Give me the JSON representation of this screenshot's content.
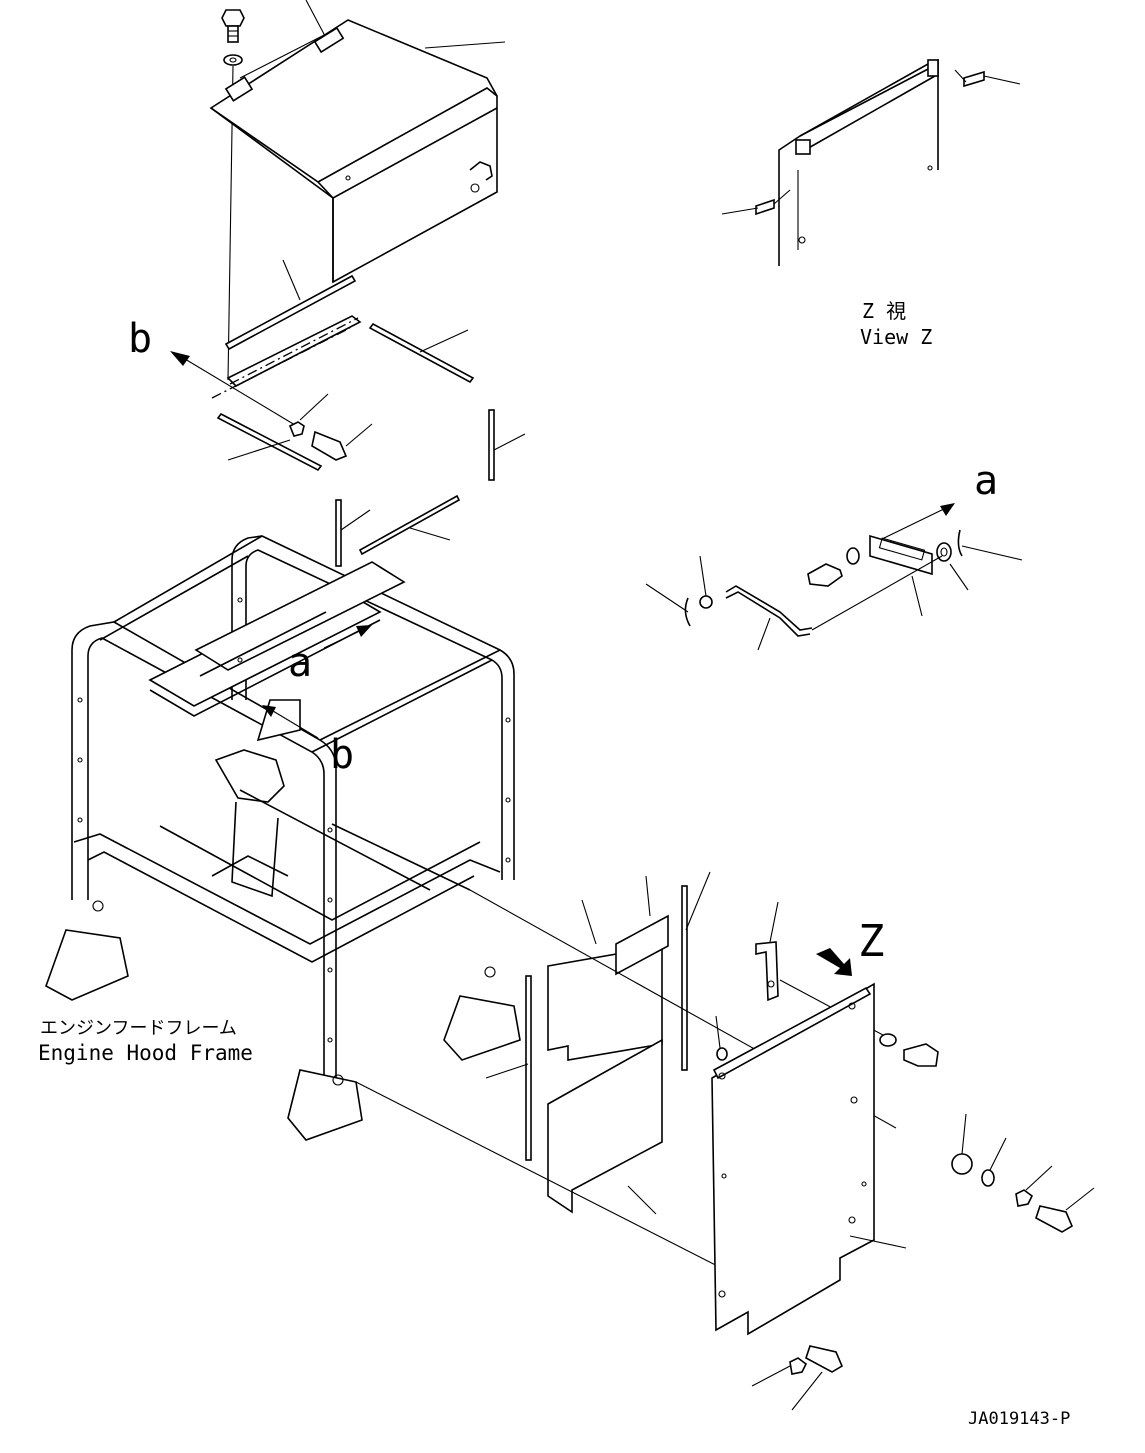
{
  "labels": {
    "view_z_jp": "Z 視",
    "view_z_en": "View Z",
    "arrow_a_top": "a",
    "arrow_a_frame": "a",
    "arrow_b_top": "b",
    "arrow_b_frame": "b",
    "view_marker": "Z",
    "frame_jp": "エンジンフードフレーム",
    "frame_en": "Engine Hood Frame",
    "drawing_number": "JA019143-P"
  }
}
